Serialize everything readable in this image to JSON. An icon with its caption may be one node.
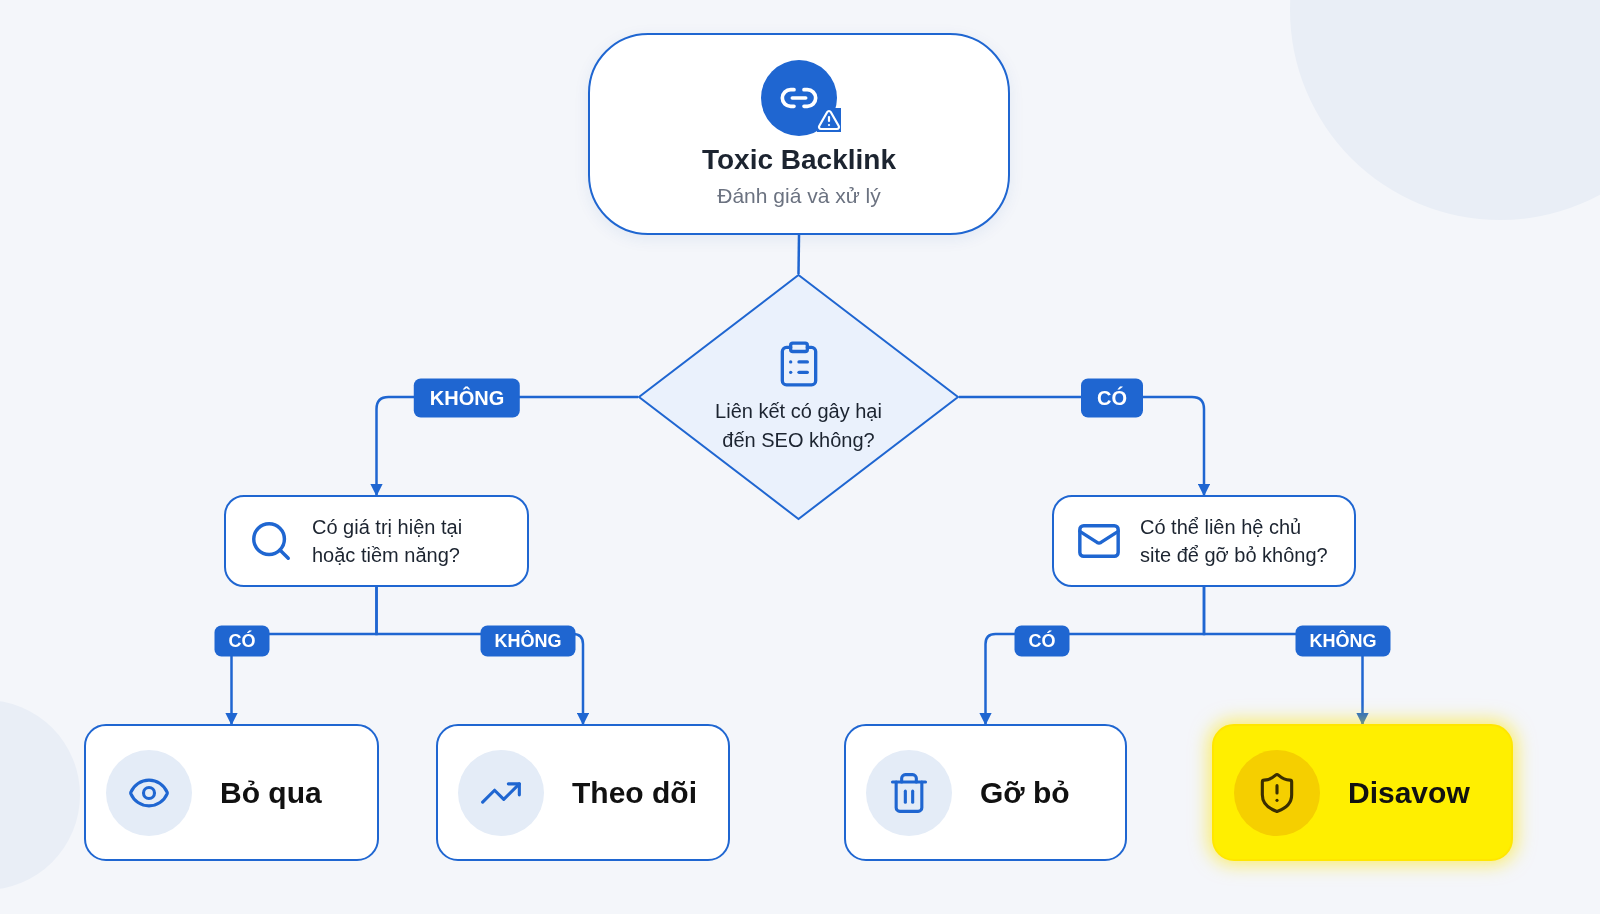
{
  "diagram": {
    "nodes": [
      {
        "text": [
          "Toxic Backlink",
          "Đánh giá và xử lý"
        ]
      },
      {
        "text": [
          "Liên kết có gây hại đến SEO không?"
        ]
      },
      {
        "text": [
          "Có giá trị hiện tại hoặc tiềm năng?"
        ]
      },
      {
        "text": [
          "Có thể liên hệ chủ site để gỡ bỏ không?"
        ]
      },
      {
        "text": [
          "Bỏ qua"
        ]
      },
      {
        "text": [
          "Theo dõi"
        ]
      },
      {
        "text": [
          "Gỡ bỏ"
        ]
      },
      {
        "text": [
          "Disavow"
        ]
      }
    ],
    "edges": [
      {
        "from": 0,
        "to": 1,
        "arrow": "none"
      },
      {
        "from": 1,
        "to": 2,
        "arrow": "to",
        "label": "KHÔNG"
      },
      {
        "from": 1,
        "to": 3,
        "arrow": "to",
        "label": "CÓ"
      },
      {
        "from": 2,
        "to": 4,
        "arrow": "to",
        "label": "CÓ"
      },
      {
        "from": 2,
        "to": 5,
        "arrow": "to",
        "label": "KHÔNG"
      },
      {
        "from": 3,
        "to": 6,
        "arrow": "to",
        "label": "CÓ"
      },
      {
        "from": 3,
        "to": 7,
        "arrow": "to",
        "label": "KHÔNG"
      }
    ]
  }
}
